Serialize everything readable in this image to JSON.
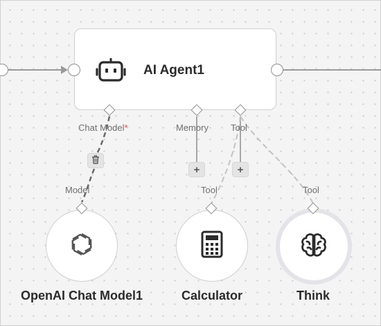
{
  "agent": {
    "title": "AI Agent1",
    "icon": "robot-icon",
    "ports": {
      "chat_model": "Chat Model",
      "chat_model_required": "*",
      "memory": "Memory",
      "tool": "Tool"
    }
  },
  "nodes": [
    {
      "id": "openai",
      "label": "OpenAI Chat Model1",
      "port_label": "Model",
      "icon": "openai-icon"
    },
    {
      "id": "calculator",
      "label": "Calculator",
      "port_label": "Tool",
      "icon": "calculator-icon"
    },
    {
      "id": "think",
      "label": "Think",
      "port_label": "Tool",
      "icon": "brain-icon"
    }
  ],
  "colors": {
    "canvas": "#f4f4f4",
    "grid_dot": "#c9c9c9",
    "node_border": "#cfcfcf",
    "connector": "#8f8f8f",
    "selected_ring": "#e3e3e8",
    "required_mark": "#e5484d"
  }
}
